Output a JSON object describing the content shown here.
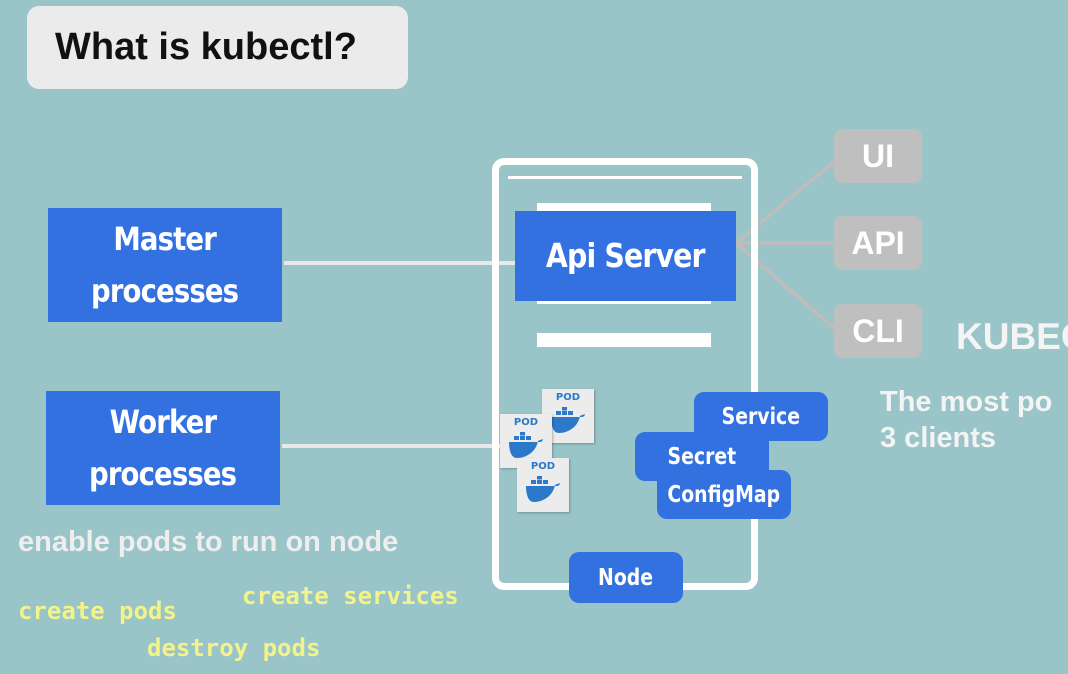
{
  "title": "What is kubectl?",
  "master": {
    "line1": "Master",
    "line2": "processes"
  },
  "worker": {
    "line1": "Worker",
    "line2": "processes"
  },
  "api_server": "Api Server",
  "node": "Node",
  "clients": [
    "UI",
    "API",
    "CLI"
  ],
  "kubectl_label": "KUBEC",
  "description": {
    "line1": "The most po",
    "line2": "3 clients"
  },
  "resources": {
    "service": "Service",
    "secret": "Secret",
    "configmap": "ConfigMap"
  },
  "pod_label": "POD",
  "notes": {
    "enable": "enable pods to run on node",
    "create_pods": "create pods",
    "create_services": "create services",
    "destroy_pods": "destroy pods"
  },
  "colors": {
    "background": "#99c4c8",
    "blue": "#3370e0",
    "client_gray": "#bfbfbf",
    "note_yellow": "#f3f38a"
  }
}
